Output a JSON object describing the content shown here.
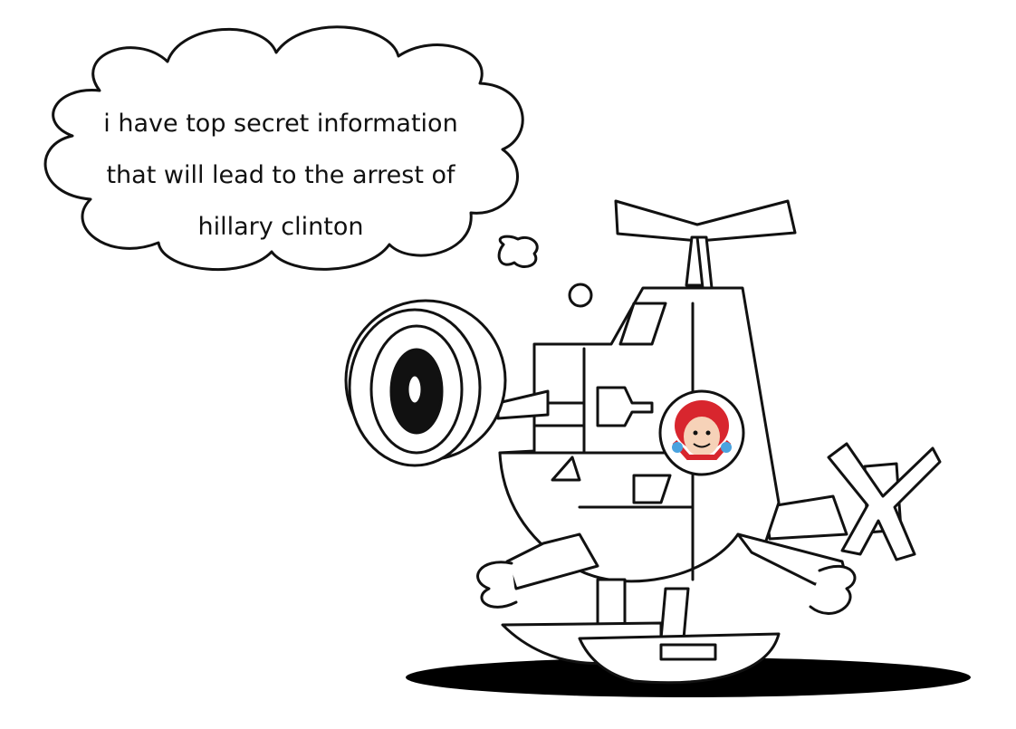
{
  "thought_bubble": {
    "lines": [
      "i have top secret information",
      "that will lead to the arrest of",
      "hillary clinton"
    ]
  },
  "colors": {
    "ink": "#111111",
    "paper": "#ffffff",
    "shadow": "#000000",
    "logo_hair": "#d8262e",
    "logo_bow": "#4aa3df",
    "logo_skin": "#f6d2b8"
  },
  "icons": {
    "character": "helicopter-robot-icon",
    "logo": "redhead-girl-logo-icon"
  }
}
